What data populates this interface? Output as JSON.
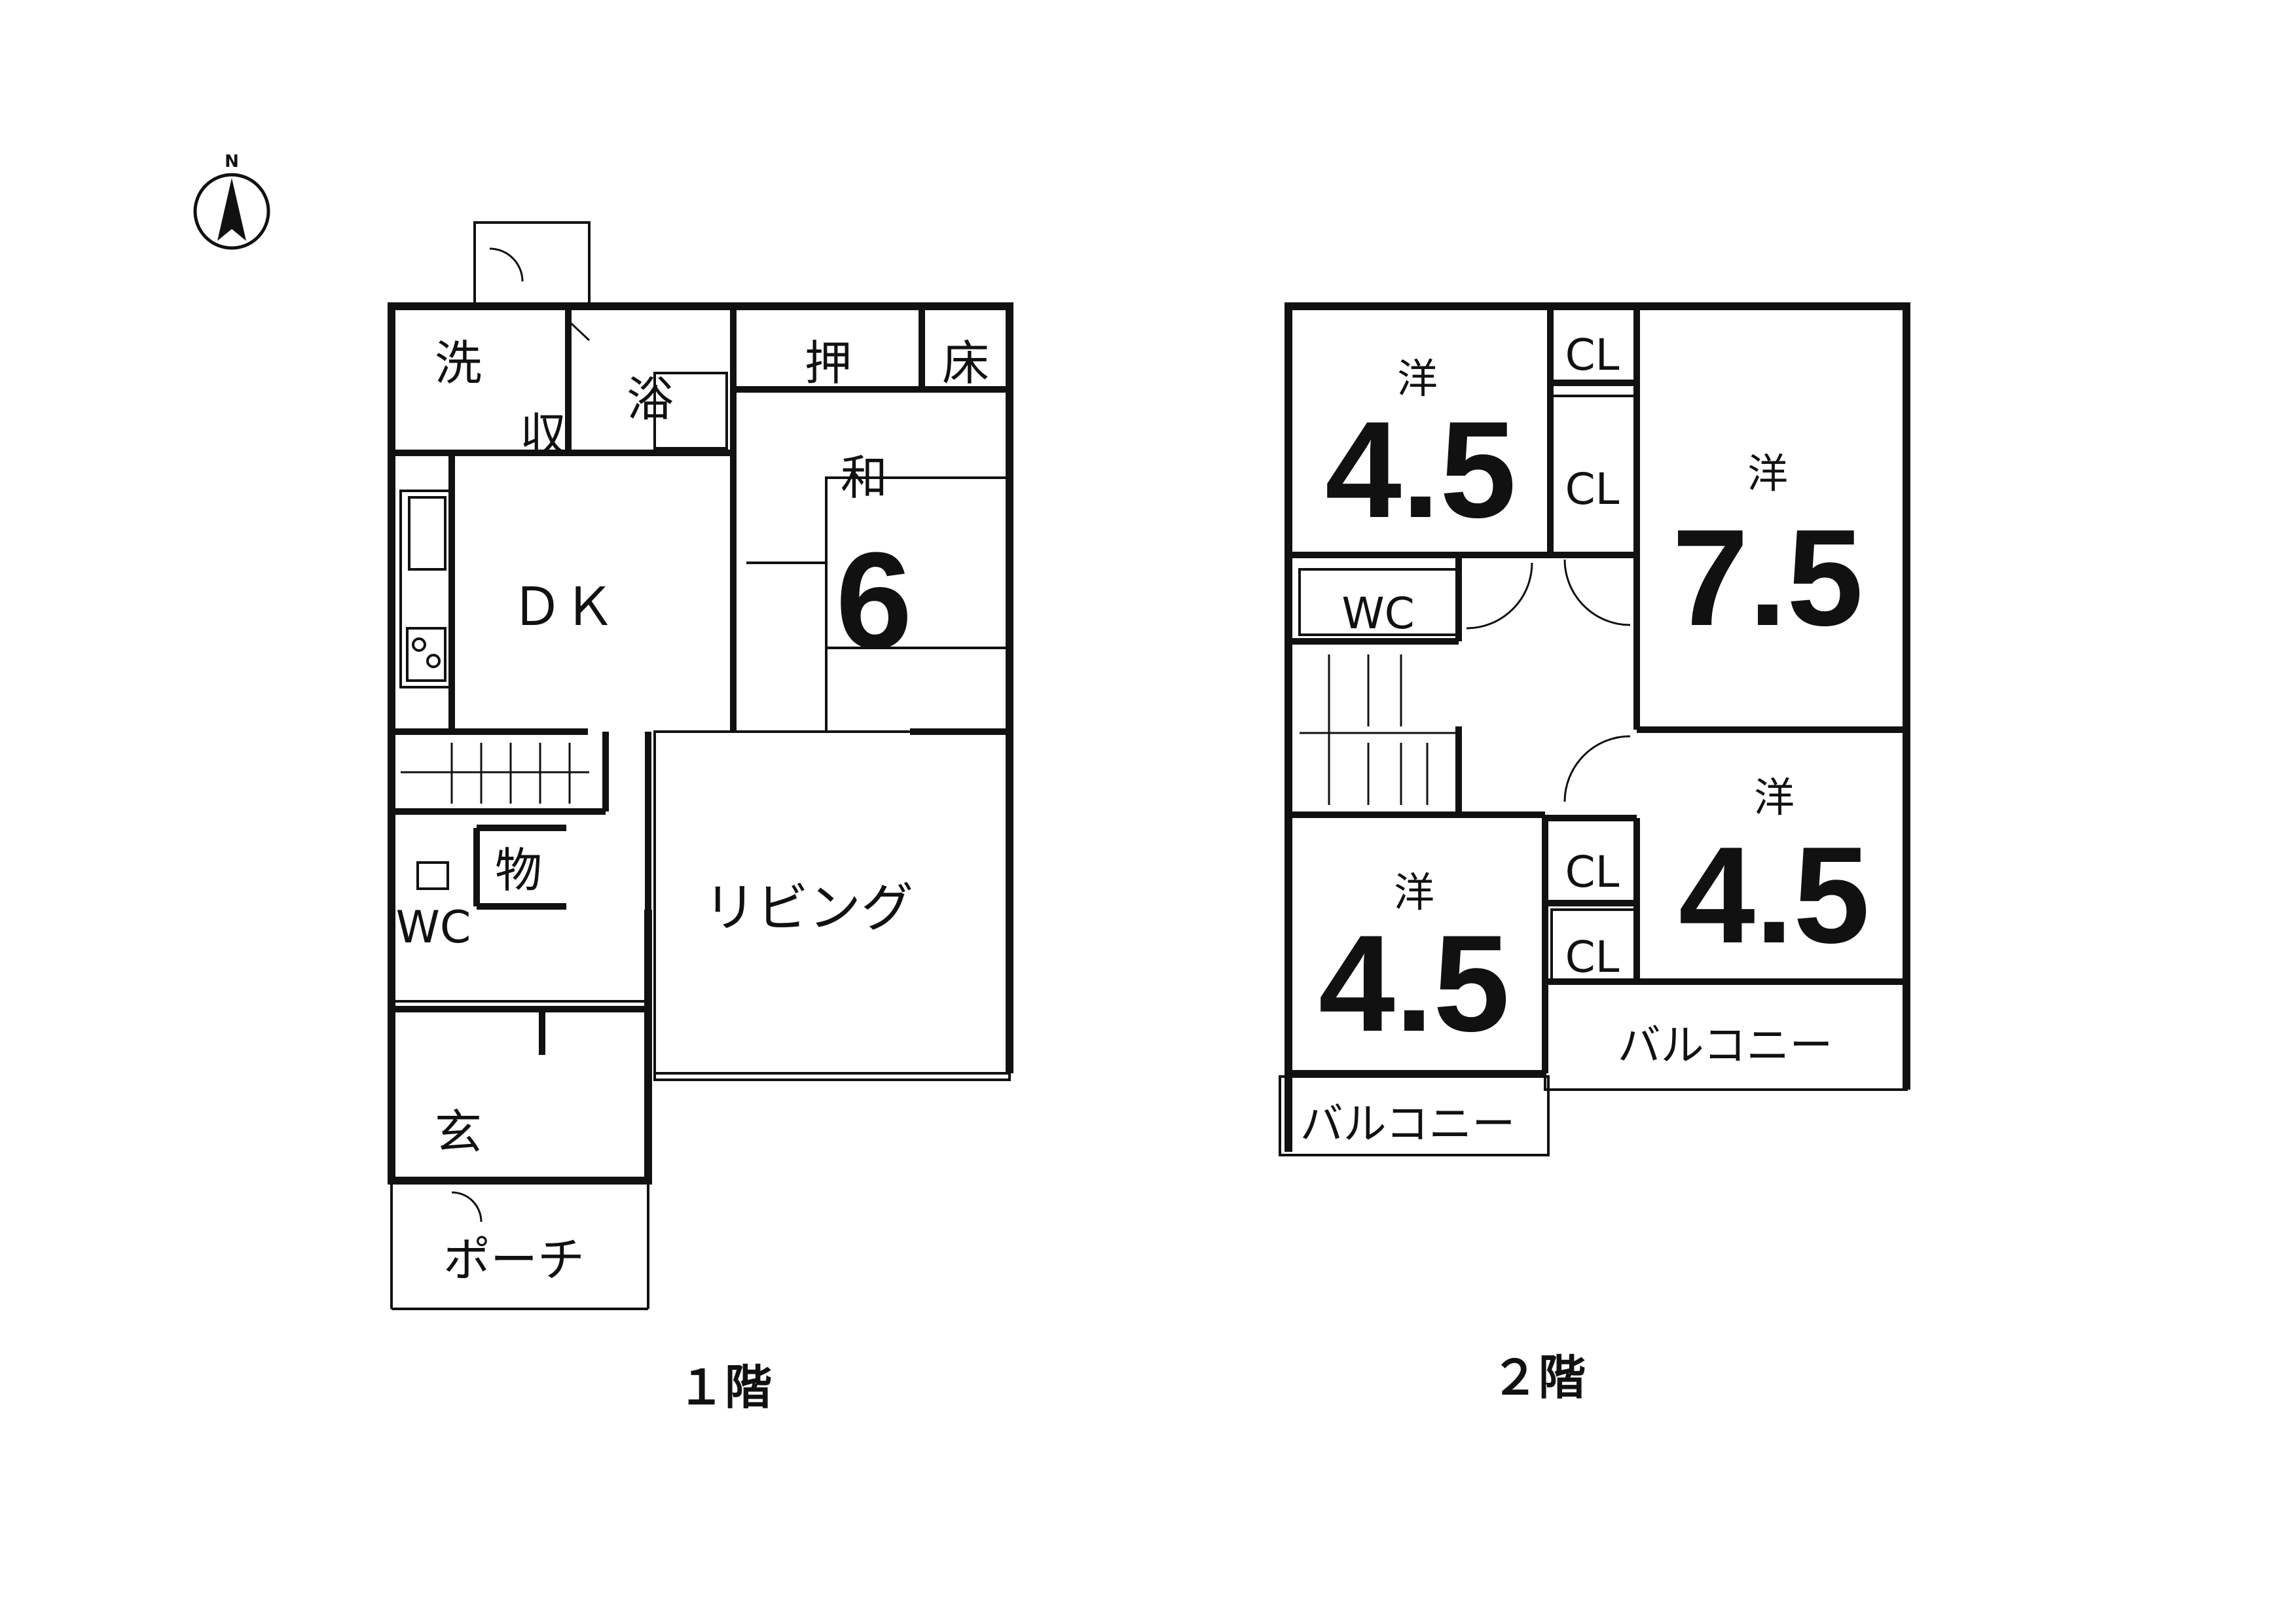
{
  "compass": {
    "label": "N"
  },
  "floor1": {
    "caption": "１階",
    "rooms": {
      "wash": "洗",
      "storage_small": "収",
      "bath": "浴",
      "closet": "押",
      "alcove": "床",
      "tatami": "和",
      "tatami_size": "6",
      "dk": "ＤＫ",
      "storage": "物",
      "wc": "WC",
      "living": "リビング",
      "entrance": "玄",
      "porch": "ポーチ"
    }
  },
  "floor2": {
    "caption": "２階",
    "rooms": {
      "nw": "洋",
      "nw_size": "4.5",
      "ne": "洋",
      "ne_size": "7.5",
      "se": "洋",
      "se_size": "4.5",
      "sw": "洋",
      "sw_size": "4.5",
      "cl1": "CL",
      "cl2": "CL",
      "cl3": "CL",
      "cl4": "CL",
      "wc": "WC",
      "balcony_right": "バルコニー",
      "balcony_left": "バルコニー"
    }
  }
}
